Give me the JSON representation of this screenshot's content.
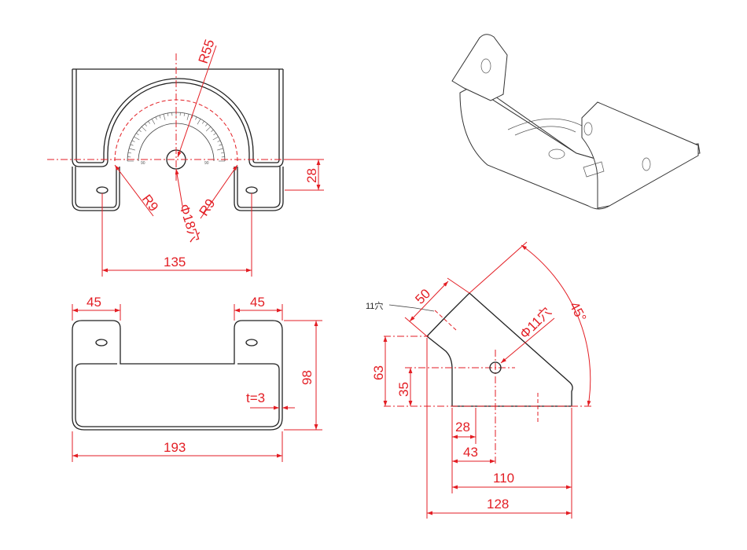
{
  "front_view": {
    "radius_outer": "R55",
    "radius_left": "R9",
    "radius_right": "R9",
    "hole": "Φ18穴",
    "height_28": "28",
    "width_135": "135",
    "scale_left": "90",
    "scale_right": "90"
  },
  "top_view": {
    "flange_left": "45",
    "flange_right": "45",
    "depth": "98",
    "thickness": "t=3",
    "width": "193"
  },
  "side_view": {
    "hole_note": "11穴",
    "flange_50": "50",
    "hole": "Φ11穴",
    "angle": "45°",
    "height_63": "63",
    "height_35": "35",
    "dim_28": "28",
    "dim_43": "43",
    "dim_110": "110",
    "dim_128": "128"
  },
  "colors": {
    "dimension": "#e31e24",
    "outline": "#222222"
  }
}
